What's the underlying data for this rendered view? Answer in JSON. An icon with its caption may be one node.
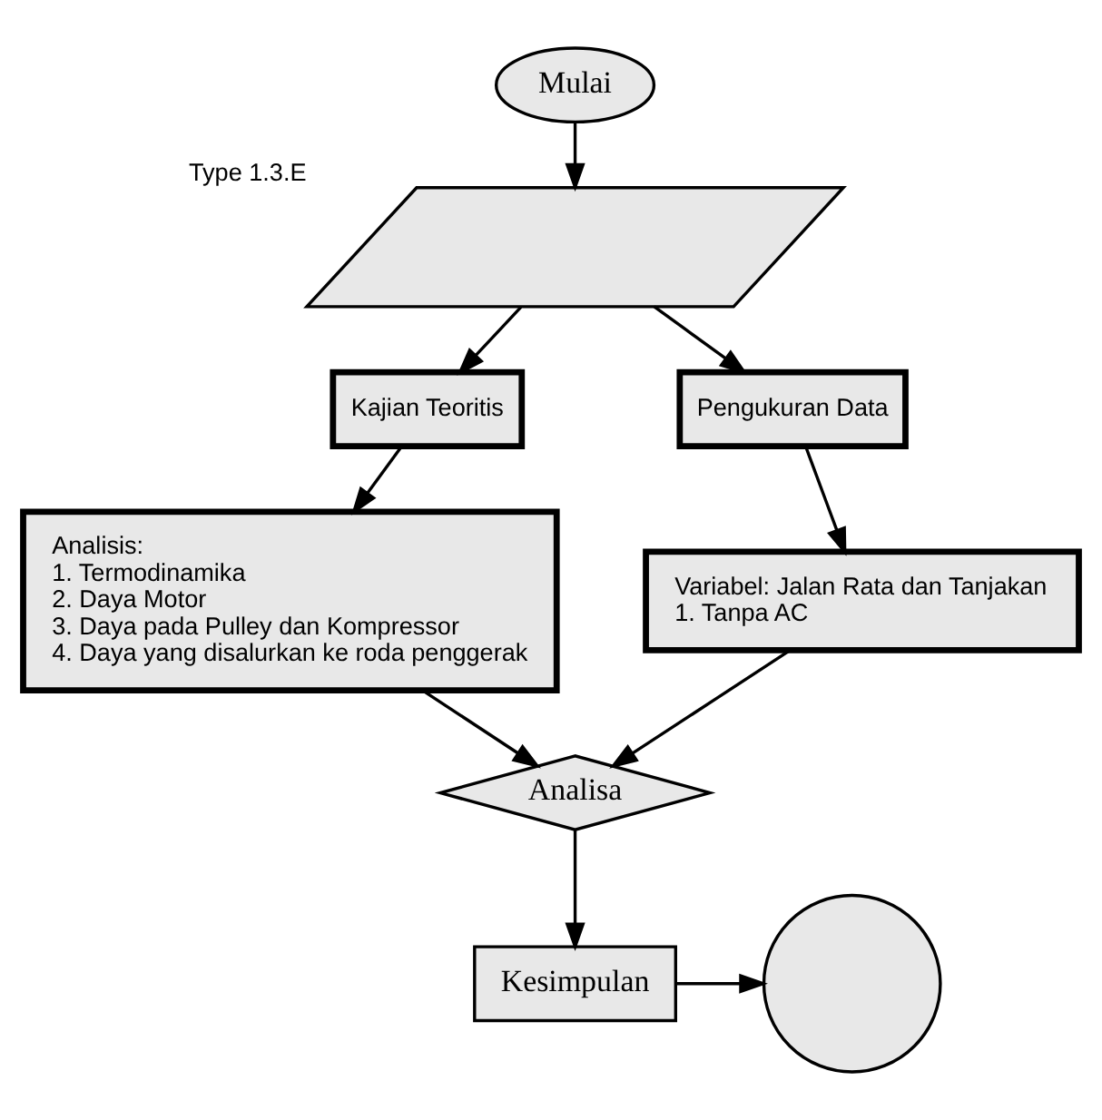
{
  "diagram": {
    "nodes": [
      {
        "text": [
          "Mulai"
        ]
      },
      {
        "text": [],
        "shape": "parallelogram",
        "beside": [
          "Type 1.3.E"
        ]
      },
      {
        "text": [
          "Kajian Teoritis"
        ]
      },
      {
        "text": [
          "Pengukuran Data"
        ]
      },
      {
        "text": [
          "Analisis:",
          "1. Termodinamika",
          "2. Daya Motor",
          "3. Daya pada Pulley dan Kompressor",
          "4. Daya yang disalurkan ke roda penggerak"
        ]
      },
      {
        "text": [
          "Variabel: Jalan Rata dan Tanjakan",
          "1. Tanpa AC"
        ]
      },
      {
        "text": [
          "Analisa"
        ]
      },
      {
        "text": [
          "Kesimpulan"
        ]
      },
      {
        "text": [],
        "shape": "circle"
      }
    ],
    "edges": [
      {
        "from": 0,
        "to": 1,
        "arrow": "to"
      },
      {
        "from": 1,
        "to": 2,
        "arrow": "to"
      },
      {
        "from": 1,
        "to": 3,
        "arrow": "to"
      },
      {
        "from": 2,
        "to": 4,
        "arrow": "to"
      },
      {
        "from": 3,
        "to": 5,
        "arrow": "to"
      },
      {
        "from": 4,
        "to": 6,
        "arrow": "to"
      },
      {
        "from": 5,
        "to": 6,
        "arrow": "to"
      },
      {
        "from": 6,
        "to": 7,
        "arrow": "to"
      },
      {
        "from": 7,
        "to": 8,
        "arrow": "to"
      }
    ]
  }
}
